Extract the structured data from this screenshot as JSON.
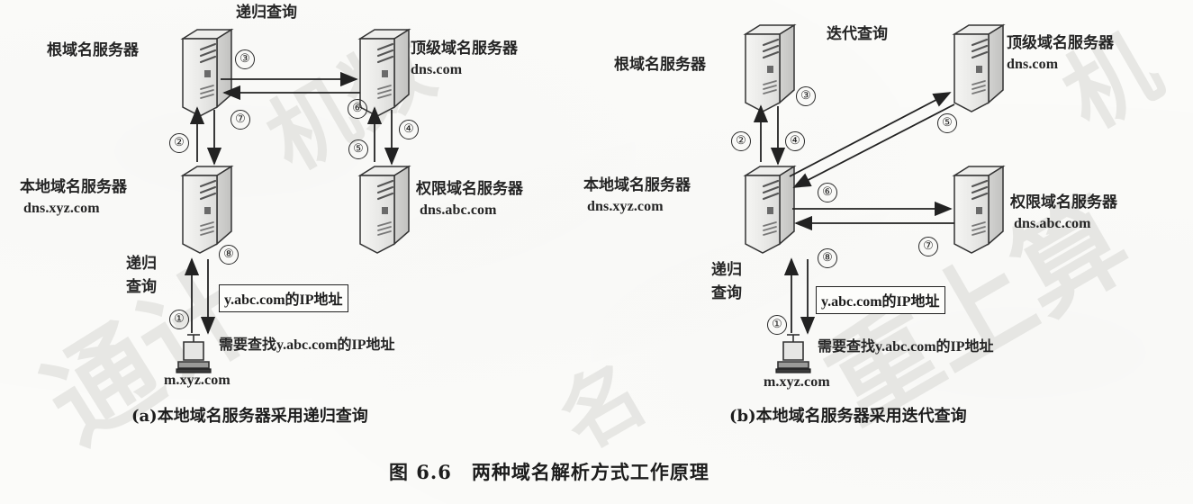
{
  "figure": {
    "caption": "图 6.6　两种域名解析方式工作原理",
    "caption_number": "图 6.6",
    "caption_text": "两种域名解析方式工作原理"
  },
  "panels": [
    {
      "id": "a",
      "caption": "(a)本地域名服务器采用递归查询",
      "query_mode_label": "递归查询",
      "nodes": {
        "root": {
          "name": "根域名服务器",
          "domain": ""
        },
        "tld": {
          "name": "顶级域名服务器",
          "domain": "dns.com"
        },
        "local": {
          "name": "本地域名服务器",
          "domain": "dns.xyz.com"
        },
        "authoritative": {
          "name": "权限域名服务器",
          "domain": "dns.abc.com"
        },
        "host": {
          "name": "",
          "domain": "m.xyz.com"
        }
      },
      "client_query_label_line1": "递归",
      "client_query_label_line2": "查询",
      "ip_box": "y.abc.com的IP地址",
      "host_request": "需要查找y.abc.com的IP地址",
      "steps": [
        "①",
        "②",
        "③",
        "④",
        "⑤",
        "⑥",
        "⑦",
        "⑧"
      ]
    },
    {
      "id": "b",
      "caption": "(b)本地域名服务器采用迭代查询",
      "query_mode_label": "迭代查询",
      "nodes": {
        "root": {
          "name": "根域名服务器",
          "domain": ""
        },
        "tld": {
          "name": "顶级域名服务器",
          "domain": "dns.com"
        },
        "local": {
          "name": "本地域名服务器",
          "domain": "dns.xyz.com"
        },
        "authoritative": {
          "name": "权限域名服务器",
          "domain": "dns.abc.com"
        },
        "host": {
          "name": "",
          "domain": "m.xyz.com"
        }
      },
      "client_query_label_line1": "递归",
      "client_query_label_line2": "查询",
      "ip_box": "y.abc.com的IP地址",
      "host_request": "需要查找y.abc.com的IP地址",
      "steps": [
        "①",
        "②",
        "③",
        "④",
        "⑤",
        "⑥",
        "⑦",
        "⑧"
      ]
    }
  ],
  "colors": {
    "page_background": "#fbfbf9",
    "ink": "#222222",
    "server_body_light": "#f2f2f0",
    "server_body_mid": "#dedede",
    "server_side_dark": "#cfcfcf",
    "watermark": "#d8d8d4"
  }
}
